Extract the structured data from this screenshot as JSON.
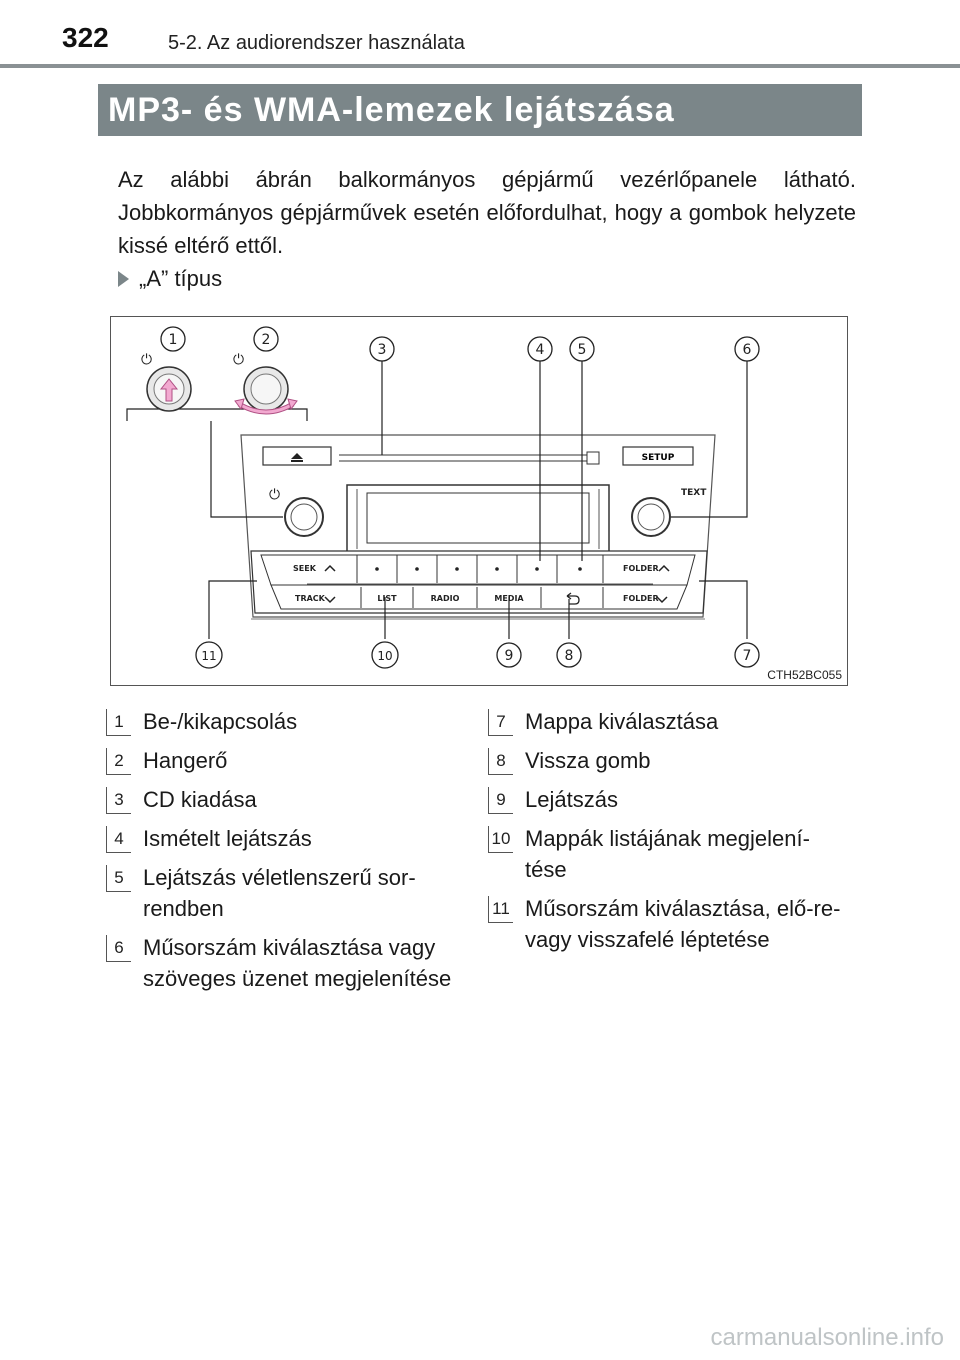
{
  "header": {
    "page_number": "322",
    "section": "5-2. Az audiorendszer használata"
  },
  "title": "MP3- és WMA-lemezek lejátszása",
  "intro": "Az alábbi ábrán balkormányos gépjármű vezérlőpanele látható. Jobbkormányos gépjárművek esetén előfordulhat, hogy a gombok helyzete kissé eltérő ettől.",
  "type_label": "„A” típus",
  "figure": {
    "code": "CTH52BC055",
    "callouts": [
      "1",
      "2",
      "3",
      "4",
      "5",
      "6",
      "7",
      "8",
      "9",
      "10",
      "11"
    ],
    "panel_labels": {
      "setup": "SETUP",
      "text": "TEXT",
      "seek": "SEEK",
      "track": "TRACK",
      "folder_up": "FOLDER",
      "folder_down": "FOLDER",
      "list": "LIST",
      "radio": "RADIO",
      "media": "MEDIA"
    }
  },
  "legend": {
    "left": [
      {
        "num": "1",
        "text": "Be-/kikapcsolás"
      },
      {
        "num": "2",
        "text": "Hangerő"
      },
      {
        "num": "3",
        "text": "CD kiadása"
      },
      {
        "num": "4",
        "text": "Ismételt lejátszás"
      },
      {
        "num": "5",
        "text": "Lejátszás véletlenszerű sor-rendben"
      },
      {
        "num": "6",
        "text": "Műsorszám kiválasztása vagy szöveges üzenet megjelenítése"
      }
    ],
    "right": [
      {
        "num": "7",
        "text": "Mappa kiválasztása"
      },
      {
        "num": "8",
        "text": "Vissza gomb"
      },
      {
        "num": "9",
        "text": "Lejátszás"
      },
      {
        "num": "10",
        "text": "Mappák listájának megjelení-tése"
      },
      {
        "num": "11",
        "text": "Műsorszám kiválasztása, elő-re- vagy visszafelé léptetése"
      }
    ]
  },
  "watermark": "carmanualsonline.info"
}
